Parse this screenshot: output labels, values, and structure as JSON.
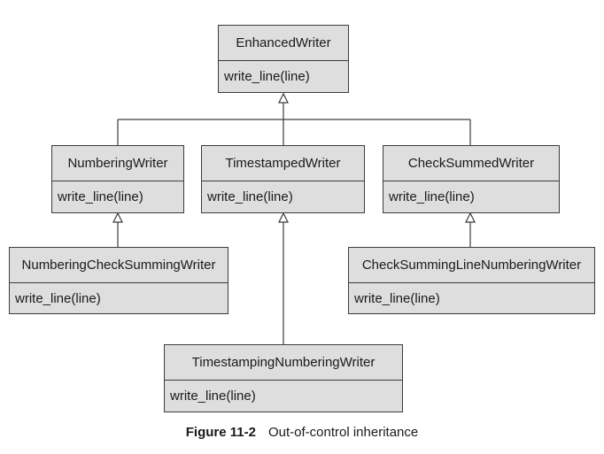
{
  "classes": {
    "enhanced": {
      "name": "EnhancedWriter",
      "operation": "write_line(line)"
    },
    "numbering": {
      "name": "NumberingWriter",
      "operation": "write_line(line)"
    },
    "timestamped": {
      "name": "TimestampedWriter",
      "operation": "write_line(line)"
    },
    "checksummed": {
      "name": "CheckSummedWriter",
      "operation": "write_line(line)"
    },
    "numbering_checksumming": {
      "name": "NumberingCheckSummingWriter",
      "operation": "write_line(line)"
    },
    "checksumming_linenumbering": {
      "name": "CheckSummingLineNumberingWriter",
      "operation": "write_line(line)"
    },
    "timestamping_numbering": {
      "name": "TimestampingNumberingWriter",
      "operation": "write_line(line)"
    }
  },
  "caption": {
    "number": "Figure 11-2",
    "text": "Out-of-control inheritance"
  }
}
